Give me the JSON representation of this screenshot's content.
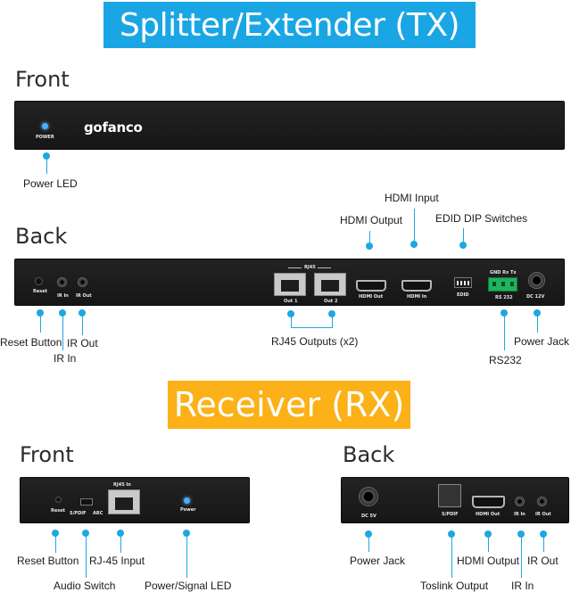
{
  "banners": {
    "tx": "Splitter/Extender (TX)",
    "rx": "Receiver (RX)"
  },
  "headings": {
    "tx_front": "Front",
    "tx_back": "Back",
    "rx_front": "Front",
    "rx_back": "Back"
  },
  "tx_front": {
    "brand": "gofanco",
    "power_text": "POWER",
    "callouts": {
      "power_led": "Power LED"
    }
  },
  "tx_back": {
    "panel_text": {
      "reset": "Reset",
      "ir_in": "IR In",
      "ir_out": "IR Out",
      "rj45": "RJ45",
      "out1": "Out 1",
      "out2": "Out 2",
      "hdmi_out": "HDMI Out",
      "hdmi_in": "HDMI In",
      "edid": "EDID",
      "rs232": "RS 232",
      "rs232_pins": "GND Rx  Tx",
      "dc": "DC 12V"
    },
    "callouts": {
      "reset_button": "Reset Button",
      "ir_in": "IR In",
      "ir_out": "IR Out",
      "rj45_outputs": "RJ45 Outputs (x2)",
      "hdmi_output": "HDMI Output",
      "hdmi_input": "HDMI Input",
      "edid_dip": "EDID DIP Switches",
      "rs232": "RS232",
      "power_jack": "Power Jack"
    }
  },
  "rx_front": {
    "panel_text": {
      "reset": "Reset",
      "spdif": "S/PDIF",
      "arc": "ARC",
      "rj45_in": "RJ45 In",
      "power": "Power"
    },
    "callouts": {
      "reset_button": "Reset Button",
      "audio_switch": "Audio Switch",
      "rj45_input": "RJ-45 Input",
      "power_signal_led": "Power/Signal LED"
    }
  },
  "rx_back": {
    "panel_text": {
      "dc": "DC 5V",
      "spdif": "S/PDIF",
      "hdmi_out": "HDMI Out",
      "ir_in": "IR In",
      "ir_out": "IR Out"
    },
    "callouts": {
      "power_jack": "Power Jack",
      "toslink_output": "Toslink Output",
      "hdmi_output": "HDMI Output",
      "ir_in": "IR In",
      "ir_out": "IR Out"
    }
  },
  "colors": {
    "tx_banner": "#1aa6e4",
    "rx_banner": "#fbb117",
    "callout": "#1ea7e2",
    "device_body": "#1c1c1c"
  }
}
